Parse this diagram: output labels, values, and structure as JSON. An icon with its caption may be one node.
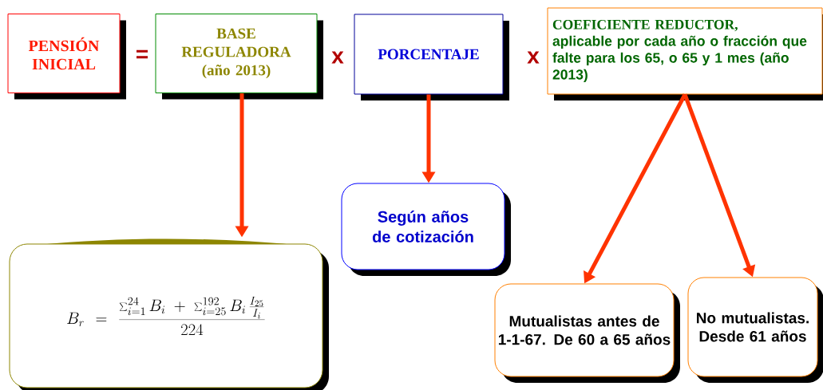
{
  "diagram": {
    "nodes": [
      {
        "text": [
          "PENSIÓN INICIAL"
        ]
      },
      {
        "text": [
          "BASE REGULADORA (año 2013)"
        ]
      },
      {
        "text": [
          "PORCENTAJE"
        ]
      },
      {
        "text": [
          "COEFICIENTE REDUCTOR,",
          "aplicable por cada año o fracción que falte para los 65, o 65 y 1 mes (año 2013)"
        ]
      },
      {
        "text": [
          "B_{r} = \\frac{\\sum_{i=1}^{24} B_{i} \\;+\\; \\sum_{i=25}^{192} B_{i} \\, \\frac{I_{25}}{I_{i}}}{224}"
        ]
      },
      {
        "text": [
          "Según años de cotización"
        ]
      },
      {
        "text": [
          "Mutualistas antes de 1-1-67. De 60 a 65 años"
        ]
      },
      {
        "text": [
          "No mutualistas. Desde 61 años"
        ]
      }
    ],
    "edges": [
      {
        "from": 1,
        "to": 4,
        "arrow": "to"
      },
      {
        "from": 2,
        "to": 5,
        "arrow": "to"
      },
      {
        "from": 3,
        "to": 6,
        "arrow": "to"
      },
      {
        "from": 3,
        "to": 7,
        "arrow": "to"
      }
    ],
    "labels": [
      "=",
      "x",
      "x"
    ]
  }
}
